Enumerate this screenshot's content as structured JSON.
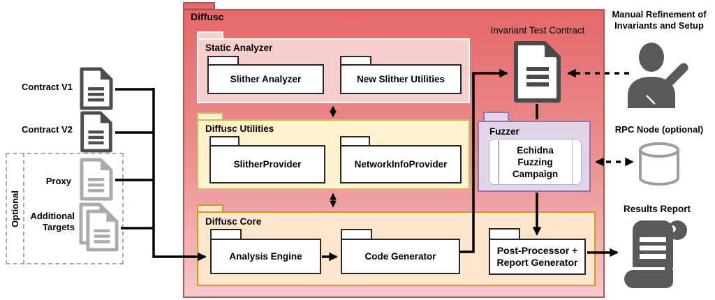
{
  "diffusc": {
    "label": "Diffusc"
  },
  "static_analyzer": {
    "label": "Static Analyzer",
    "items": [
      "Slither Analyzer",
      "New Slither Utilities"
    ]
  },
  "diffusc_utilities": {
    "label": "Diffusc Utilities",
    "items": [
      "SlitherProvider",
      "NetworkInfoProvider"
    ]
  },
  "diffusc_core": {
    "label": "Diffusc Core",
    "items": [
      "Analysis Engine",
      "Code Generator",
      "Post-Processor + Report Generator"
    ]
  },
  "fuzzer": {
    "label": "Fuzzer",
    "component": "Echidna Fuzzing Campaign"
  },
  "invariant_test_contract": {
    "label": "Invariant Test Contract"
  },
  "inputs": {
    "contract_v1": "Contract V1",
    "contract_v2": "Contract V2",
    "optional_group": "Optional",
    "proxy": "Proxy",
    "additional_targets": "Additional Targets"
  },
  "annotations": {
    "manual_refinement": "Manual Refinement of Invariants and Setup",
    "rpc_node": "RPC Node (optional)",
    "results_report": "Results Report"
  },
  "icons": {
    "contract_v1": "document-icon",
    "contract_v2": "document-icon",
    "proxy": "document-icon",
    "additional_targets": "documents-stack-icon",
    "invariant_test_contract": "document-icon",
    "manual_refinement": "person-editing-icon",
    "rpc_node": "database-cylinder-icon",
    "results_report": "scroll-icon"
  },
  "colors": {
    "diffusc_fill_top": "#e5686a",
    "diffusc_fill_bottom": "#f4c9c9",
    "diffusc_border": "#b85450",
    "static_analyzer_fill": "#f8cecc",
    "utilities_fill": "#fff2cc",
    "utilities_border": "#d6b656",
    "core_fill": "#ffe6cc",
    "core_border": "#d79b00",
    "fuzzer_fill": "#e1d5e7",
    "fuzzer_border": "#9673a6",
    "process_border": "#a2b5e0",
    "icon_dark_gray": "#595959",
    "icon_light_gray": "#ababab",
    "connector": "#000000"
  }
}
